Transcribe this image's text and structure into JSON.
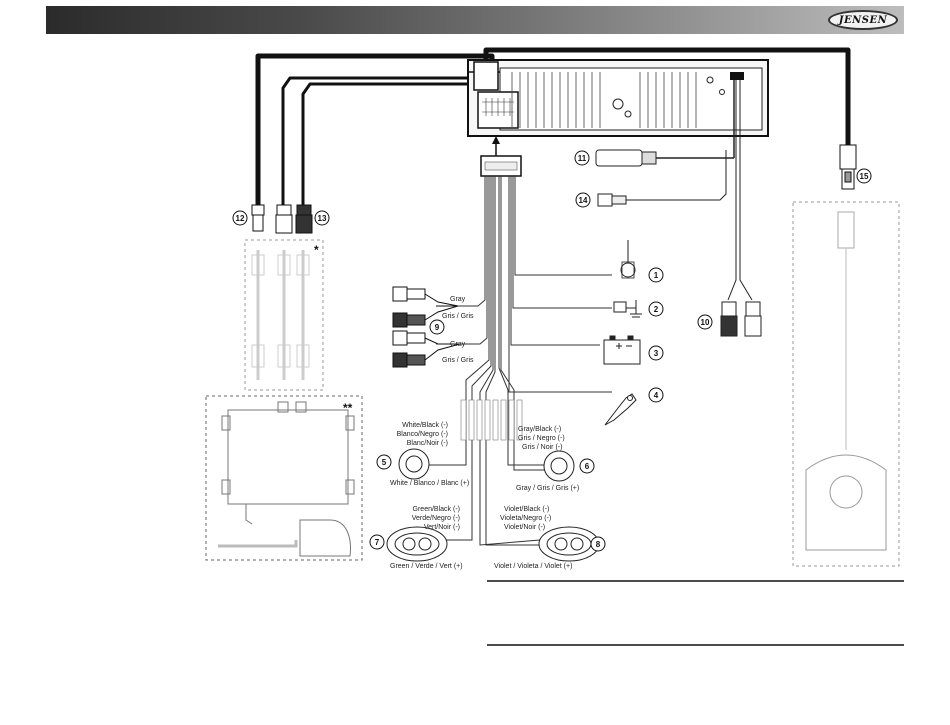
{
  "brand": "JENSEN",
  "markers": {
    "n1": "1",
    "n2": "2",
    "n3": "3",
    "n4": "4",
    "n5": "5",
    "n6": "6",
    "n7": "7",
    "n8": "8",
    "n9": "9",
    "n10": "10",
    "n11": "11",
    "n12": "12",
    "n13": "13",
    "n14": "14",
    "n15": "15"
  },
  "wires": {
    "gray_1": "Gray",
    "gris_1": "Gris / Gris",
    "gray_2": "Gray",
    "gris_2": "Gris / Gris",
    "white_black_1": "White/Black (-)",
    "white_black_2": "Blanco/Negro (-)",
    "white_black_3": "Blanc/Noir (-)",
    "white_pos": "White / Blanco / Blanc (+)",
    "gray_black_1": "Gray/Black (-)",
    "gray_black_2": "Gris / Negro (-)",
    "gray_black_3": "Gris / Noir (-)",
    "gray_pos": "Gray / Gris / Gris (+)",
    "green_black_1": "Green/Black (-)",
    "green_black_2": "Verde/Negro (-)",
    "green_black_3": "Vert/Noir (-)",
    "green_pos": "Green / Verde / Vert (+)",
    "violet_black_1": "Violet/Black (-)",
    "violet_black_2": "Violeta/Negro (-)",
    "violet_black_3": "Violet/Noir (-)",
    "violet_pos": "Violet / Violeta / Violet (+)"
  },
  "stars": {
    "single": "*",
    "double": "**"
  }
}
